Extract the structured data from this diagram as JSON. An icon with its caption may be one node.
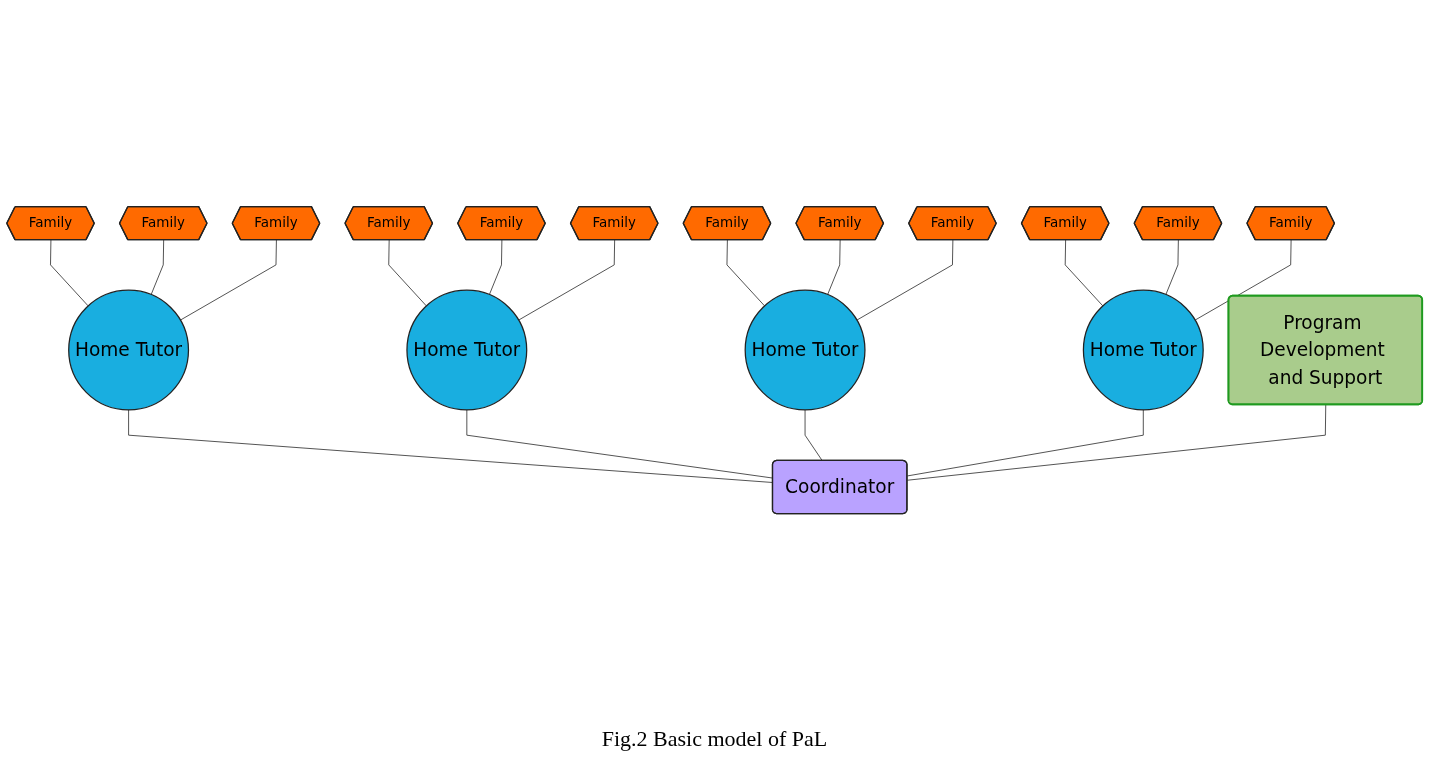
{
  "diagram": {
    "caption": "Fig.2 Basic model of PaL",
    "nodes": [
      {
        "text": [
          "Coordinator"
        ]
      },
      {
        "text": [
          "Home Tutor"
        ]
      },
      {
        "text": [
          "Home Tutor"
        ]
      },
      {
        "text": [
          "Home Tutor"
        ]
      },
      {
        "text": [
          "Home Tutor"
        ]
      },
      {
        "text": [
          "Program Development and Support"
        ]
      },
      {
        "text": [
          "Family"
        ]
      },
      {
        "text": [
          "Family"
        ]
      },
      {
        "text": [
          "Family"
        ]
      },
      {
        "text": [
          "Family"
        ]
      },
      {
        "text": [
          "Family"
        ]
      },
      {
        "text": [
          "Family"
        ]
      },
      {
        "text": [
          "Family"
        ]
      },
      {
        "text": [
          "Family"
        ]
      },
      {
        "text": [
          "Family"
        ]
      },
      {
        "text": [
          "Family"
        ]
      },
      {
        "text": [
          "Family"
        ]
      },
      {
        "text": [
          "Family"
        ]
      }
    ],
    "edges": [
      {
        "from": 1,
        "to": 6,
        "arrow": "none"
      },
      {
        "from": 1,
        "to": 7,
        "arrow": "none"
      },
      {
        "from": 1,
        "to": 8,
        "arrow": "none"
      },
      {
        "from": 2,
        "to": 9,
        "arrow": "none"
      },
      {
        "from": 2,
        "to": 10,
        "arrow": "none"
      },
      {
        "from": 2,
        "to": 11,
        "arrow": "none"
      },
      {
        "from": 3,
        "to": 12,
        "arrow": "none"
      },
      {
        "from": 3,
        "to": 13,
        "arrow": "none"
      },
      {
        "from": 3,
        "to": 14,
        "arrow": "none"
      },
      {
        "from": 4,
        "to": 15,
        "arrow": "none"
      },
      {
        "from": 4,
        "to": 16,
        "arrow": "none"
      },
      {
        "from": 4,
        "to": 17,
        "arrow": "none"
      },
      {
        "from": 0,
        "to": 1,
        "arrow": "none"
      },
      {
        "from": 0,
        "to": 2,
        "arrow": "none"
      },
      {
        "from": 0,
        "to": 3,
        "arrow": "none"
      },
      {
        "from": 0,
        "to": 4,
        "arrow": "none"
      },
      {
        "from": 0,
        "to": 5,
        "arrow": "none"
      }
    ]
  }
}
